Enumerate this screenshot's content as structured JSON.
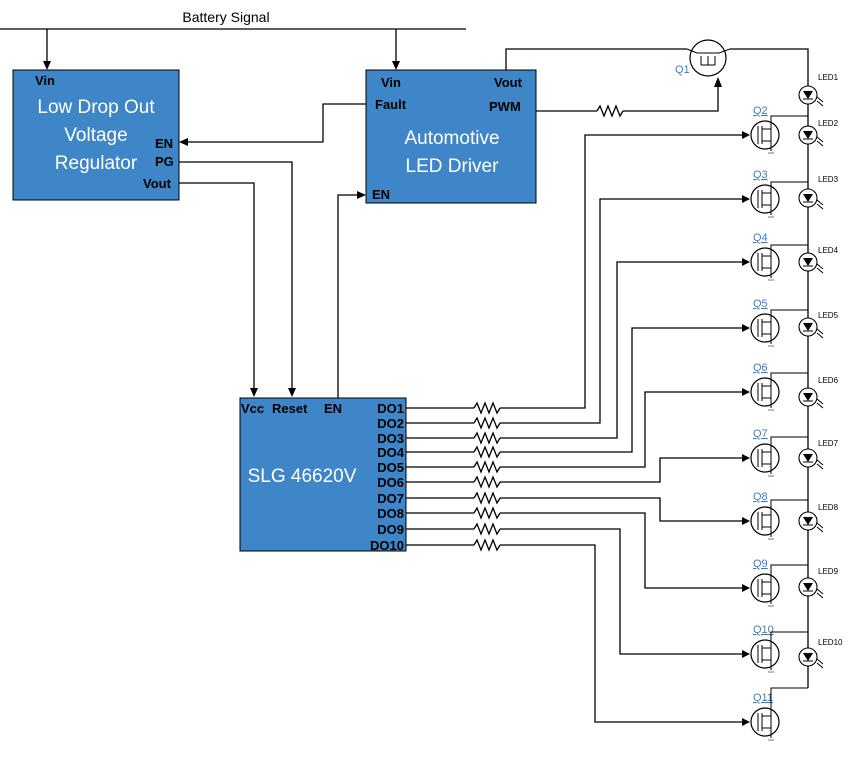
{
  "battery_signal": "Battery Signal",
  "blocks": {
    "ldo": {
      "title_lines": [
        "Low Drop Out",
        "Voltage",
        "Regulator"
      ],
      "pins": {
        "vin": "Vin",
        "en": "EN",
        "pg": "PG",
        "vout": "Vout"
      }
    },
    "driver": {
      "title_lines": [
        "Automotive",
        "LED Driver"
      ],
      "pins": {
        "vin": "Vin",
        "fault": "Fault",
        "en": "EN",
        "vout": "Vout",
        "pwm": "PWM"
      }
    },
    "slg": {
      "title": "SLG 46620V",
      "top_pins": {
        "vcc": "Vcc",
        "reset": "Reset",
        "en": "EN"
      },
      "outputs": [
        "DO1",
        "DO2",
        "DO3",
        "DO4",
        "DO5",
        "DO6",
        "DO7",
        "DO8",
        "DO9",
        "DO10"
      ]
    }
  },
  "q1_label": "Q1",
  "transistors": [
    "Q2",
    "Q3",
    "Q4",
    "Q5",
    "Q6",
    "Q7",
    "Q8",
    "Q9",
    "Q10",
    "Q11"
  ],
  "leds": [
    "LED1",
    "LED2",
    "LED3",
    "LED4",
    "LED5",
    "LED6",
    "LED7",
    "LED8",
    "LED9",
    "LED10"
  ],
  "colors": {
    "block_fill": "#3e86c8",
    "block_text": "#ffffff",
    "label_blue": "#3e7cc0",
    "wire": "#000000"
  }
}
